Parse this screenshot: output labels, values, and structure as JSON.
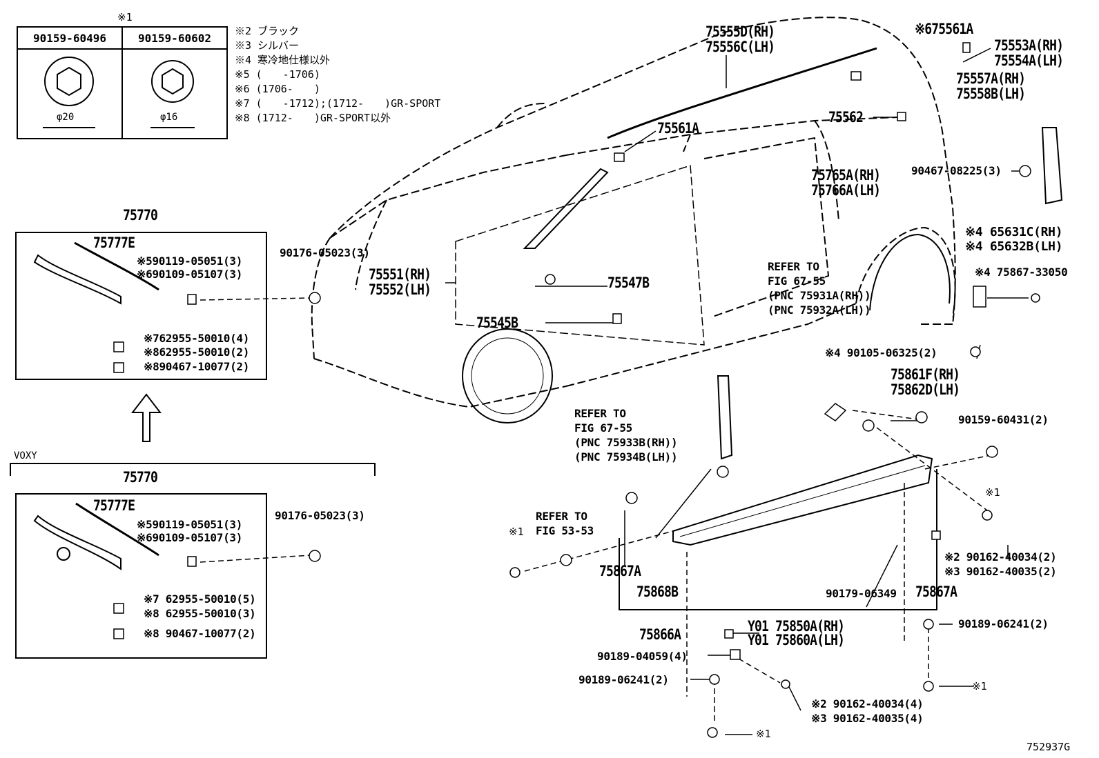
{
  "corner_code": "752937G",
  "bolt_table": {
    "mark": "※1",
    "col1": {
      "part": "90159-60496",
      "dim": "φ20"
    },
    "col2": {
      "part": "90159-60602",
      "dim": "φ16"
    }
  },
  "notes": [
    "※2 ブラック",
    "※3 シルバー",
    "※4 寒冷地仕様以外",
    "※5 (　　-1706)",
    "※6 (1706-　　)",
    "※7 (　　-1712);(1712-　　)GR-SPORT",
    "※8 (1712-　　)GR-SPORT以外"
  ],
  "grille_box": {
    "title": "75770",
    "moulding": "75777E",
    "clip_a": "※590119-05051(3)",
    "clip_b": "※690109-05107(3)",
    "clip_c": "※762955-50010(4)",
    "clip_d": "※862955-50010(2)",
    "clip_e": "※890467-10077(2)",
    "nut": "90176-05023(3)"
  },
  "voxy_box": {
    "label": "VOXY",
    "title": "75770",
    "moulding": "75777E",
    "clip_a": "※590119-05051(3)",
    "clip_b": "※690109-05107(3)",
    "clip_c": "※7 62955-50010(5)",
    "clip_d": "※8 62955-50010(3)",
    "clip_e": "※8 90467-10077(2)",
    "nut": "90176-05023(3)"
  },
  "parts": {
    "p75555D": "75555D(RH)",
    "p75556C": "75556C(LH)",
    "p75561A_top": "※675561A",
    "p75553A": "75553A(RH)",
    "p75554A": "75554A(LH)",
    "p75557A": "75557A(RH)",
    "p75558B": "75558B(LH)",
    "p75562": "75562",
    "p75561A": "75561A",
    "p75765A": "75765A(RH)",
    "p75766A": "75766A(LH)",
    "p90467": "90467-08225(3)",
    "p65631C": "※4 65631C(RH)",
    "p65632B": "※4 65632B(LH)",
    "p75867_33050": "※4 75867-33050",
    "p90105": "※4 90105-06325(2)",
    "p90176": "90176-05023(3)",
    "p75551": "75551(RH)",
    "p75552": "75552(LH)",
    "p75547B": "75547B",
    "p75545B": "75545B",
    "ref1_a": "REFER TO",
    "ref1_b": "FIG 67-55",
    "ref1_c": "(PNC 75931A(RH))",
    "ref1_d": "(PNC 75932A(LH))",
    "ref2_a": "REFER TO",
    "ref2_b": "FIG 67-55",
    "ref2_c": "(PNC 75933B(RH))",
    "ref2_d": "(PNC 75934B(LH))",
    "ref3_a": "REFER TO",
    "ref3_b": "FIG 53-53",
    "p75861F": "75861F(RH)",
    "p75862D": "75862D(LH)",
    "p90159_60431": "90159-60431(2)",
    "mark1_a": "※1",
    "mark1_b": "※1",
    "mark1_c": "※1",
    "mark1_d": "※1",
    "p90162_40034": "※2 90162-40034(2)",
    "p90162_40035": "※3 90162-40035(2)",
    "p75867A_l": "75867A",
    "p75868B": "75868B",
    "p90179": "90179-06349",
    "p75867A_r": "75867A",
    "p75850A": "Y01 75850A(RH)",
    "p75860A": "Y01 75860A(LH)",
    "p75866A": "75866A",
    "p90189_04059": "90189-04059(4)",
    "p90189_06241_l": "90189-06241(2)",
    "p90189_06241_r": "90189-06241(2)",
    "p90162_40034b": "※2 90162-40034(4)",
    "p90162_40035b": "※3 90162-40035(4)"
  }
}
